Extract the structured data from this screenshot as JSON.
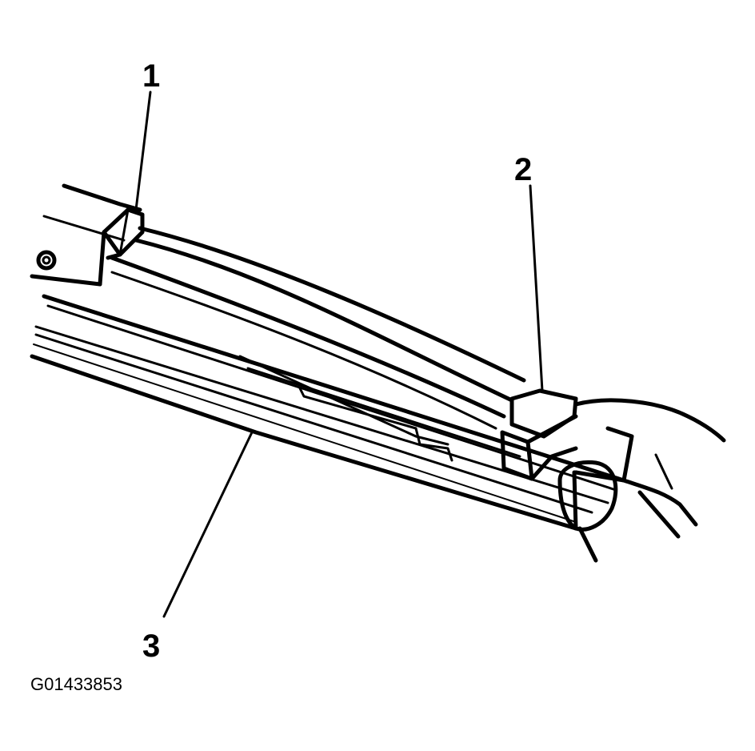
{
  "callouts": [
    {
      "id": "1",
      "label": "1"
    },
    {
      "id": "2",
      "label": "2"
    },
    {
      "id": "3",
      "label": "3"
    }
  ],
  "figure_id": "G01433853",
  "colors": {
    "line": "#000000",
    "background": "#ffffff"
  }
}
